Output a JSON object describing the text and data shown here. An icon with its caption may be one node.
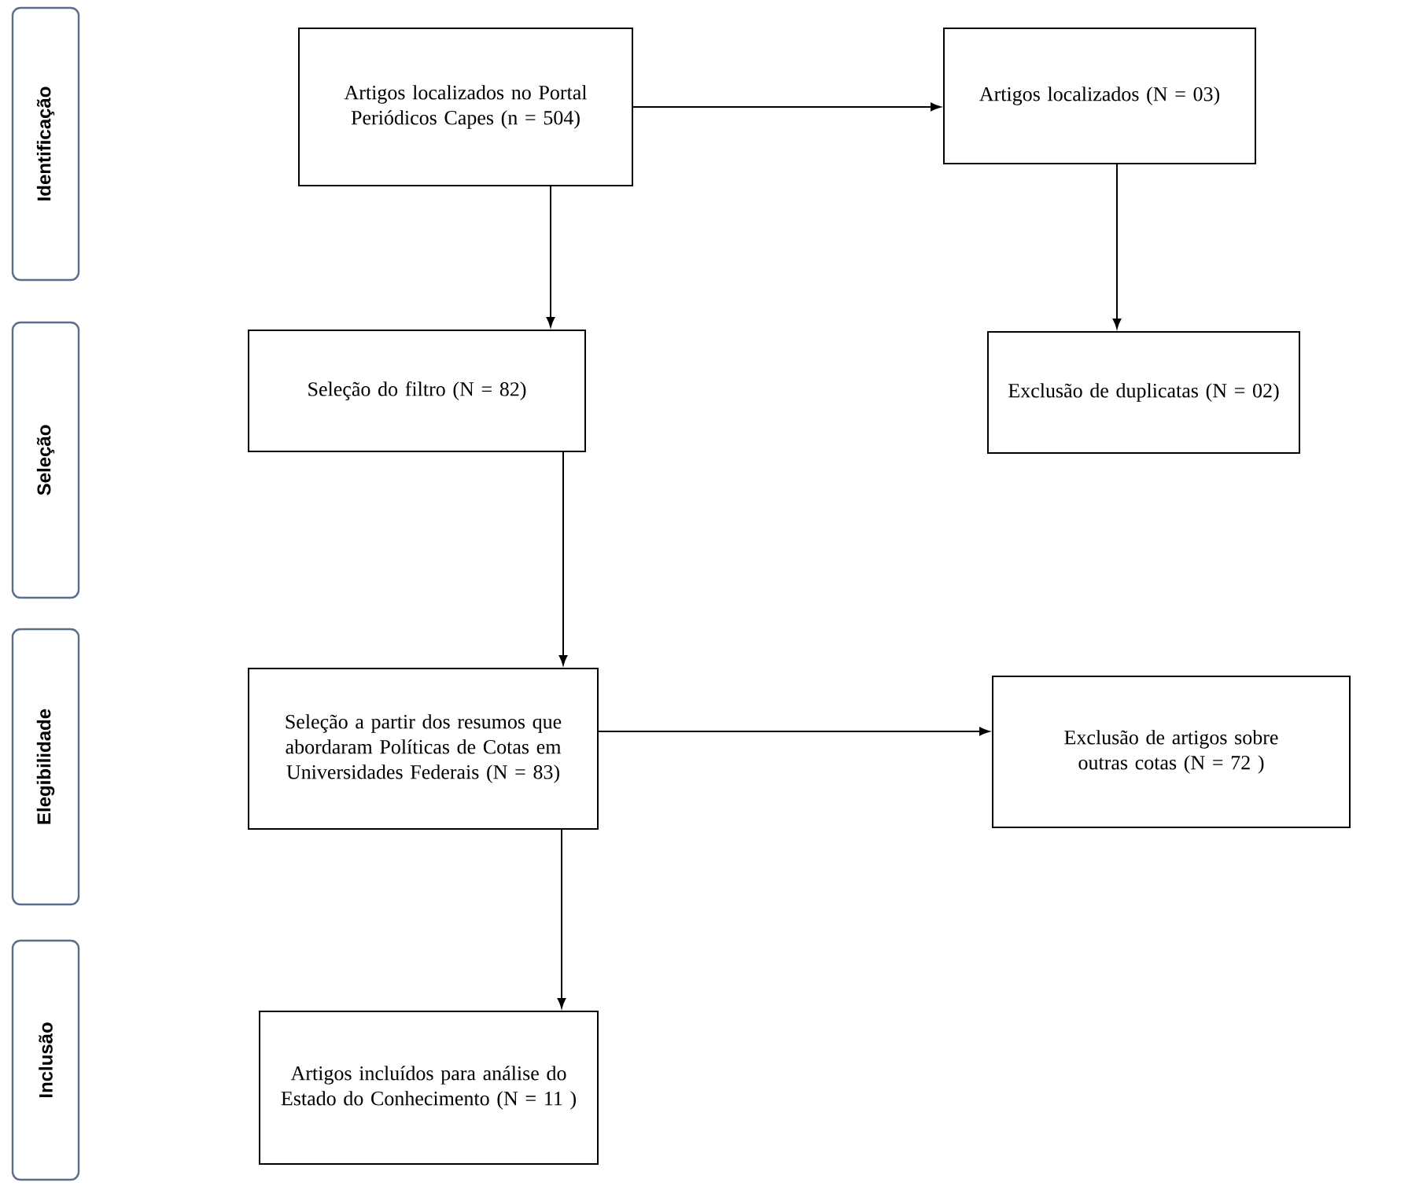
{
  "diagram": {
    "nodes": [
      {
        "text": [
          "Identificação"
        ]
      },
      {
        "text": [
          "Seleção"
        ]
      },
      {
        "text": [
          "Elegibilidade"
        ]
      },
      {
        "text": [
          "Inclusão"
        ]
      },
      {
        "text": [
          "Artigos localizados no Portal Periódicos Capes (n = 504)"
        ]
      },
      {
        "text": [
          "Artigos localizados (N = 03)"
        ]
      },
      {
        "text": [
          "Seleção do filtro (N = 82)"
        ]
      },
      {
        "text": [
          "Exclusão de duplicatas (N = 02)"
        ]
      },
      {
        "text": [
          "Seleção a partir dos resumos que abordaram Políticas de Cotas em Universidades Federais (N = 83)"
        ]
      },
      {
        "text": [
          "Exclusão de artigos sobre outras cotas (N = 72 )"
        ]
      },
      {
        "text": [
          "Artigos incluídos para análise do Estado do Conhecimento (N = 11 )"
        ]
      }
    ],
    "edges": [
      {
        "from": 4,
        "to": 5,
        "arrow": "to"
      },
      {
        "from": 4,
        "to": 6,
        "arrow": "to"
      },
      {
        "from": 5,
        "to": 7,
        "arrow": "to"
      },
      {
        "from": 6,
        "to": 8,
        "arrow": "to"
      },
      {
        "from": 8,
        "to": 9,
        "arrow": "to"
      },
      {
        "from": 8,
        "to": 10,
        "arrow": "to"
      }
    ]
  }
}
